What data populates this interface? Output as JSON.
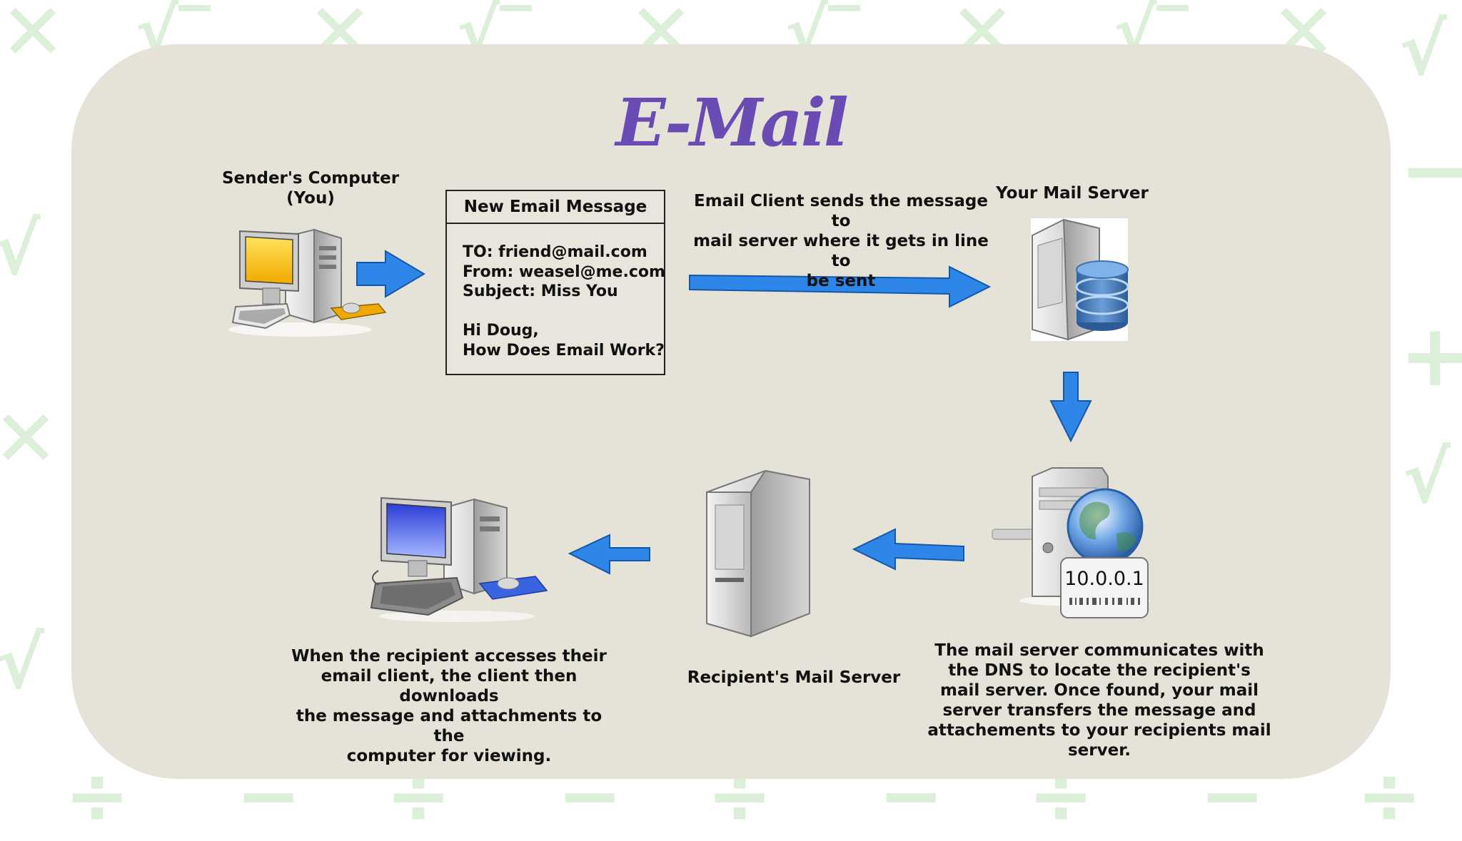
{
  "slide": {
    "title": "E-Mail",
    "background_color": "#ffffff",
    "card_color": "#e5e2d7",
    "accent_color": "#6a4bb4",
    "arrow_color": "#2e86e8",
    "pattern_color": "#dcefd8",
    "pattern_icons": [
      "times-icon",
      "sqrt-icon",
      "minus-icon",
      "plus-icon",
      "divide-icon"
    ]
  },
  "diagram": {
    "sender_label": "Sender's Computer\n(You)",
    "message_box": {
      "header": "New Email Message",
      "to": "TO: friend@mail.com",
      "from": "From: weasel@me.com",
      "subject": "Subject: Miss You",
      "greeting": "Hi Doug,",
      "body": "How Does Email Work?"
    },
    "client_sends_text": "Email Client sends the message to\nmail server where it gets in line to\nbe sent",
    "your_mail_server_label": "Your Mail Server",
    "dns_ip": "10.0.0.1",
    "dns_description": "The mail server communicates with\nthe DNS to locate the recipient's\nmail server. Once found, your mail\nserver transfers the message and\nattachements to your recipients mail\nserver.",
    "recipient_server_label": "Recipient's Mail Server",
    "recipient_description": "When the recipient accesses their\nemail client, the client then downloads\nthe message and attachments to the\ncomputer for viewing."
  }
}
